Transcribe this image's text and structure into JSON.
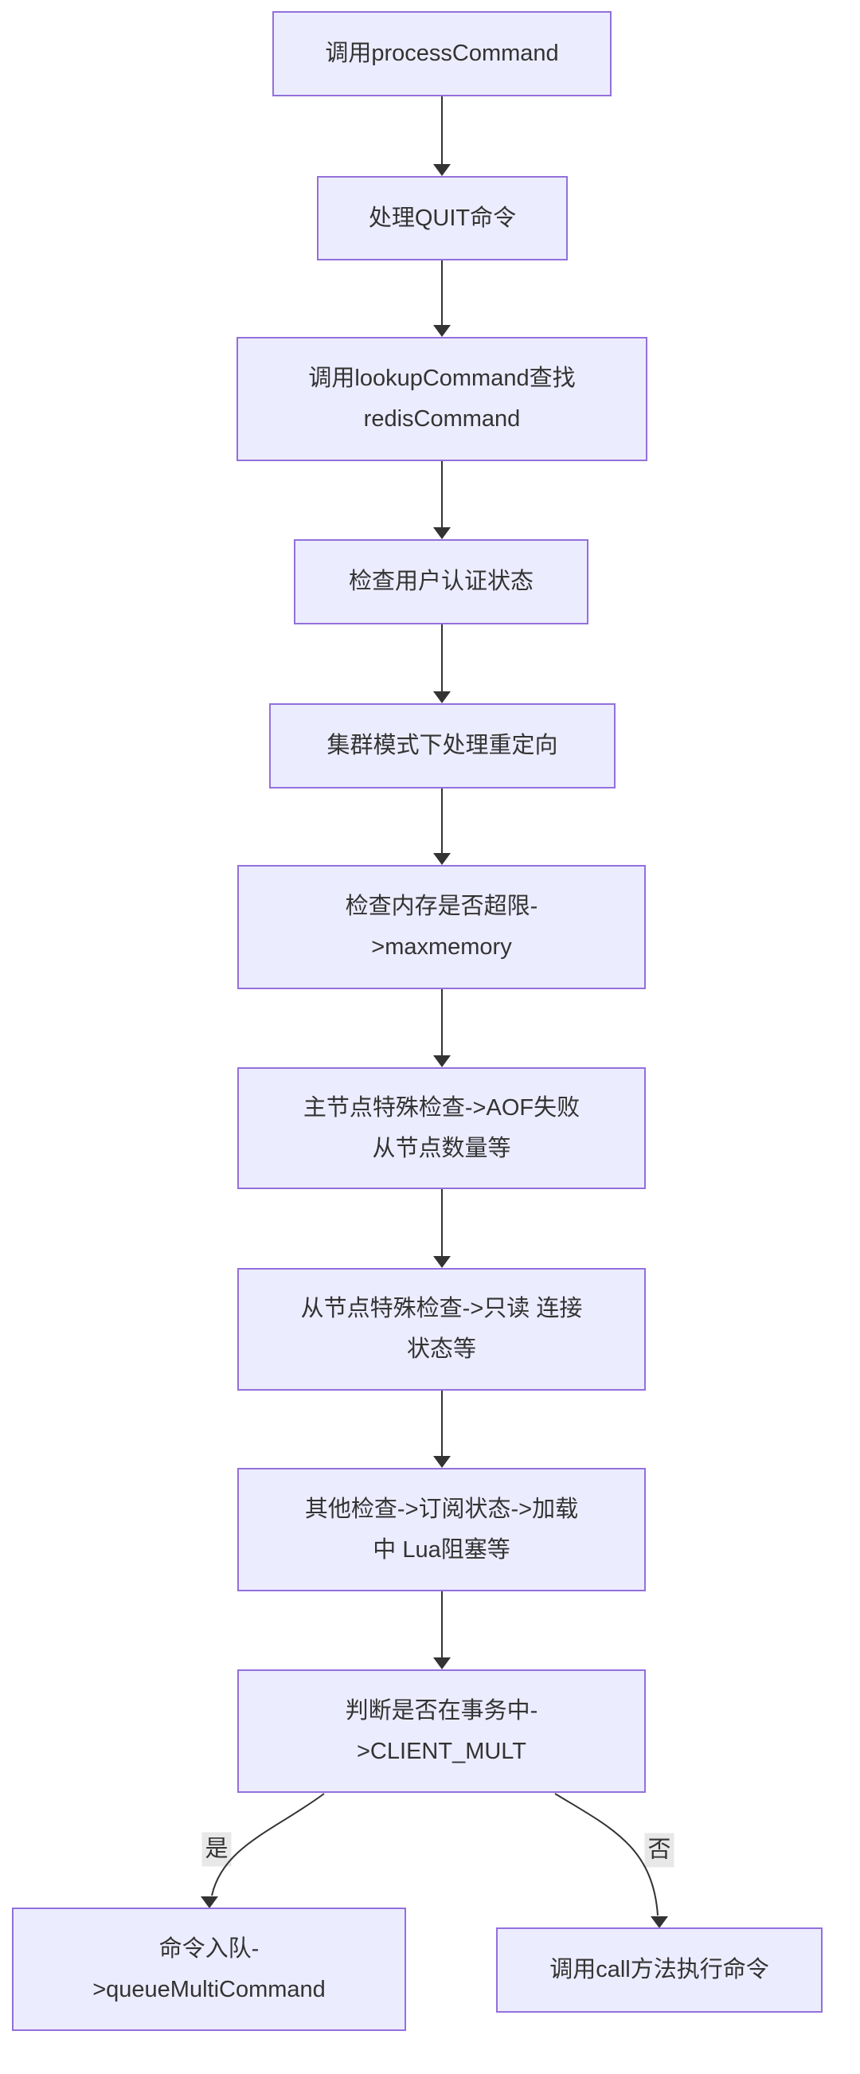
{
  "diagram": {
    "type": "flowchart",
    "direction": "top-down",
    "colors": {
      "node_fill": "#ECECFF",
      "node_border": "#9370DB",
      "edge_line": "#333333",
      "text": "#333333",
      "edge_label_bg": "#e8e8e8",
      "background": "#ffffff"
    },
    "nodes": [
      {
        "id": "A",
        "label": "调用processCommand",
        "lines": [
          "调用processCommand"
        ]
      },
      {
        "id": "B",
        "label": "处理QUIT命令",
        "lines": [
          "处理QUIT命令"
        ]
      },
      {
        "id": "C",
        "label": "调用lookupCommand查找redisCommand",
        "lines": [
          "调用lookupCommand查找",
          "redisCommand"
        ]
      },
      {
        "id": "D",
        "label": "检查用户认证状态",
        "lines": [
          "检查用户认证状态"
        ]
      },
      {
        "id": "E",
        "label": "集群模式下处理重定向",
        "lines": [
          "集群模式下处理重定向"
        ]
      },
      {
        "id": "F",
        "label": "检查内存是否超限->maxmemory",
        "lines": [
          "检查内存是否超限-",
          ">maxmemory"
        ]
      },
      {
        "id": "G",
        "label": "主节点特殊检查->AOF失败 从节点数量等",
        "lines": [
          "主节点特殊检查->AOF失败",
          "从节点数量等"
        ]
      },
      {
        "id": "H",
        "label": "从节点特殊检查->只读 连接 状态等",
        "lines": [
          "从节点特殊检查->只读 连接",
          "状态等"
        ]
      },
      {
        "id": "I",
        "label": "其他检查->订阅状态->加载中 Lua阻塞等",
        "lines": [
          "其他检查->订阅状态->加载",
          "中 Lua阻塞等"
        ]
      },
      {
        "id": "J",
        "label": "判断是否在事务中->CLIENT_MULT",
        "lines": [
          "判断是否在事务中-",
          ">CLIENT_MULT"
        ]
      },
      {
        "id": "K",
        "label": "命令入队->queueMultiCommand",
        "lines": [
          "命令入队-",
          ">queueMultiCommand"
        ]
      },
      {
        "id": "L",
        "label": "调用call方法执行命令",
        "lines": [
          "调用call方法执行命令"
        ]
      }
    ],
    "edges": [
      {
        "from": "A",
        "to": "B",
        "label": ""
      },
      {
        "from": "B",
        "to": "C",
        "label": ""
      },
      {
        "from": "C",
        "to": "D",
        "label": ""
      },
      {
        "from": "D",
        "to": "E",
        "label": ""
      },
      {
        "from": "E",
        "to": "F",
        "label": ""
      },
      {
        "from": "F",
        "to": "G",
        "label": ""
      },
      {
        "from": "G",
        "to": "H",
        "label": ""
      },
      {
        "from": "H",
        "to": "I",
        "label": ""
      },
      {
        "from": "I",
        "to": "J",
        "label": ""
      },
      {
        "from": "J",
        "to": "K",
        "label": "是"
      },
      {
        "from": "J",
        "to": "L",
        "label": "否"
      }
    ]
  }
}
